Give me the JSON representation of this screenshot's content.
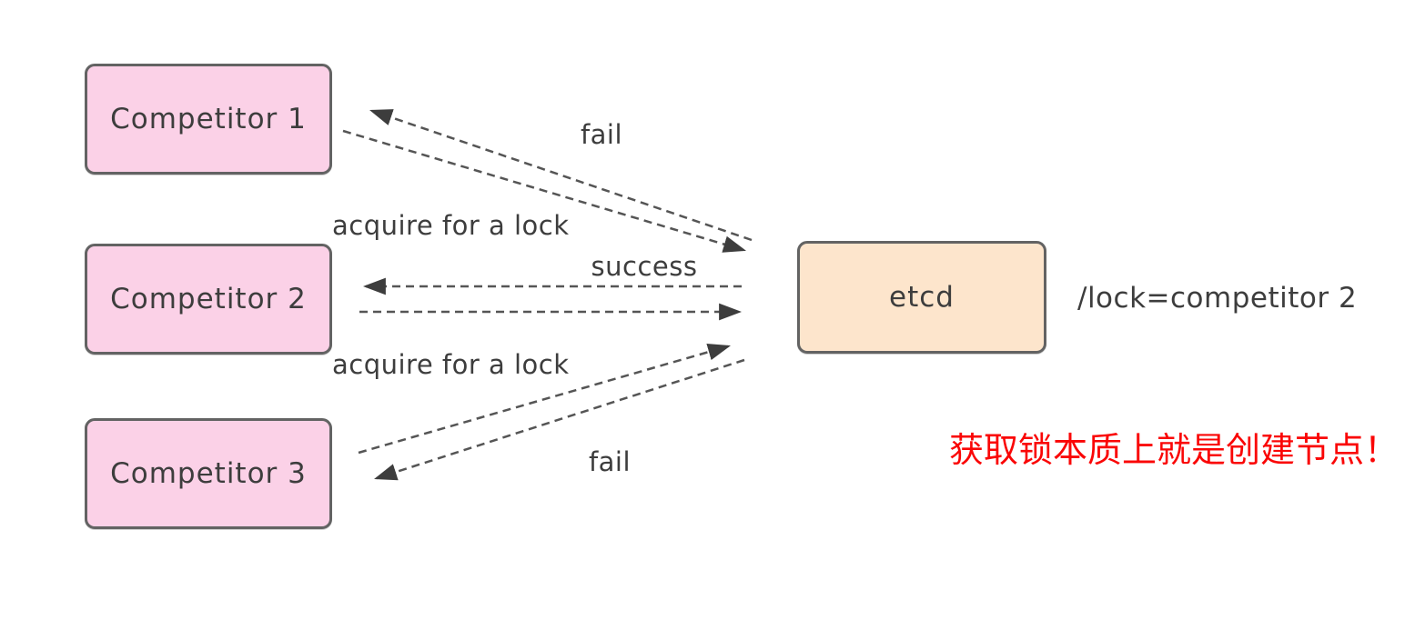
{
  "diagram": {
    "title_hint": "etcd distributed lock acquisition diagram",
    "nodes": {
      "competitor1": {
        "label": "Competitor 1"
      },
      "competitor2": {
        "label": "Competitor 2"
      },
      "competitor3": {
        "label": "Competitor 3"
      },
      "etcd": {
        "label": "etcd"
      }
    },
    "edges": [
      {
        "from": "etcd",
        "to": "competitor1",
        "label": "fail",
        "style": "dashed"
      },
      {
        "from": "competitor1",
        "to": "etcd",
        "label": "acquire for a lock",
        "style": "dashed"
      },
      {
        "from": "etcd",
        "to": "competitor2",
        "label": "success",
        "style": "dashed"
      },
      {
        "from": "competitor2",
        "to": "etcd",
        "label": "acquire for a lock",
        "style": "dashed"
      },
      {
        "from": "competitor3",
        "to": "etcd",
        "label": "acquire for a lock",
        "style": "dashed"
      },
      {
        "from": "etcd",
        "to": "competitor3",
        "label": "fail",
        "style": "dashed"
      }
    ],
    "edge_labels": {
      "fail_top": "fail",
      "acquire_1": "acquire for a lock",
      "success": "success",
      "acquire_2": "acquire for a lock",
      "fail_bottom": "fail"
    },
    "annotations": {
      "lock_value": "/lock=competitor 2",
      "note": "获取锁本质上就是创建节点！"
    },
    "colors": {
      "competitor_fill": "#fbd1e7",
      "etcd_fill": "#fde5cc",
      "box_border": "#636363",
      "text": "#3d3d3d",
      "edge_stroke": "#555555",
      "arrowhead": "#3d3d3d",
      "note_text": "#fa0606",
      "background": "#ffffff"
    }
  }
}
